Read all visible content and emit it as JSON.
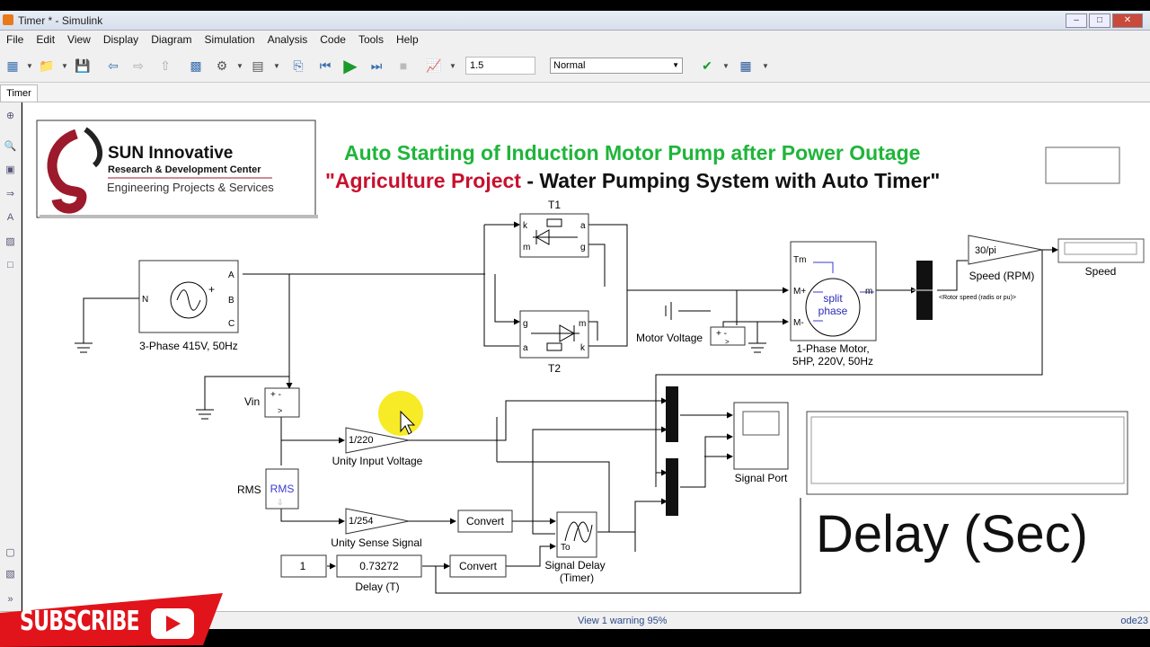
{
  "window": {
    "title": "Timer * - Simulink"
  },
  "menu": [
    "File",
    "Edit",
    "View",
    "Display",
    "Diagram",
    "Simulation",
    "Analysis",
    "Code",
    "Tools",
    "Help"
  ],
  "toolbar": {
    "stop_time": "1.5",
    "sim_mode": "Normal"
  },
  "tabs": [
    {
      "label": "Timer"
    }
  ],
  "logo": {
    "line1": "SUN Innovative",
    "line2": "Research & Development Center",
    "line3": "Engineering Projects & Services"
  },
  "heading": {
    "line1": "Auto Starting of Induction Motor Pump after Power Outage",
    "line2_part1": "\"Agriculture Project",
    "line2_part2": " - Water Pumping System with Auto Timer\""
  },
  "blocks": {
    "source_label": "3-Phase 415V, 50Hz",
    "source_ports": {
      "n": "N",
      "a": "A",
      "b": "B",
      "c": "C"
    },
    "t1_label": "T1",
    "t2_label": "T2",
    "thy_ports": {
      "k": "k",
      "a": "a",
      "g": "g",
      "m": "m"
    },
    "motor_voltage_label": "Motor Voltage",
    "motor_label_1": "1-Phase Motor,",
    "motor_label_2": "5HP, 220V, 50Hz",
    "motor_inner_1": "split",
    "motor_inner_2": "phase",
    "motor_ports": {
      "tm": "Tm",
      "mplus": "M+",
      "mminus": "M-",
      "m": "m"
    },
    "rotor_label": "<Rotor speed (radis or pu)>",
    "gain_speed_value": "30/pi",
    "gain_speed_label": "Speed (RPM)",
    "speed_display_label": "Speed",
    "vin_label": "Vin",
    "rms_label": "RMS",
    "rms_inner": "RMS",
    "gain_input_value": "1/220",
    "gain_input_label": "Unity Input Voltage",
    "gain_sense_value": "1/254",
    "gain_sense_label": "Unity Sense Signal",
    "convert1": "Convert",
    "convert2": "Convert",
    "const_value": "1",
    "delay_value": "0.73272",
    "delay_label": "Delay (T)",
    "signal_delay_label_1": "Signal Delay",
    "signal_delay_label_2": "(Timer)",
    "signal_delay_port": "To",
    "scope_label": "Signal Port",
    "delay_big": "Delay (Sec)"
  },
  "status": {
    "text": "View 1 warning  95%",
    "solver": "ode23"
  },
  "overlay": {
    "subscribe": "SUBSCRIBE"
  },
  "colors": {
    "heading_green": "#1fb53a",
    "heading_red": "#c8102e",
    "logo_red": "#9c1a2b"
  }
}
